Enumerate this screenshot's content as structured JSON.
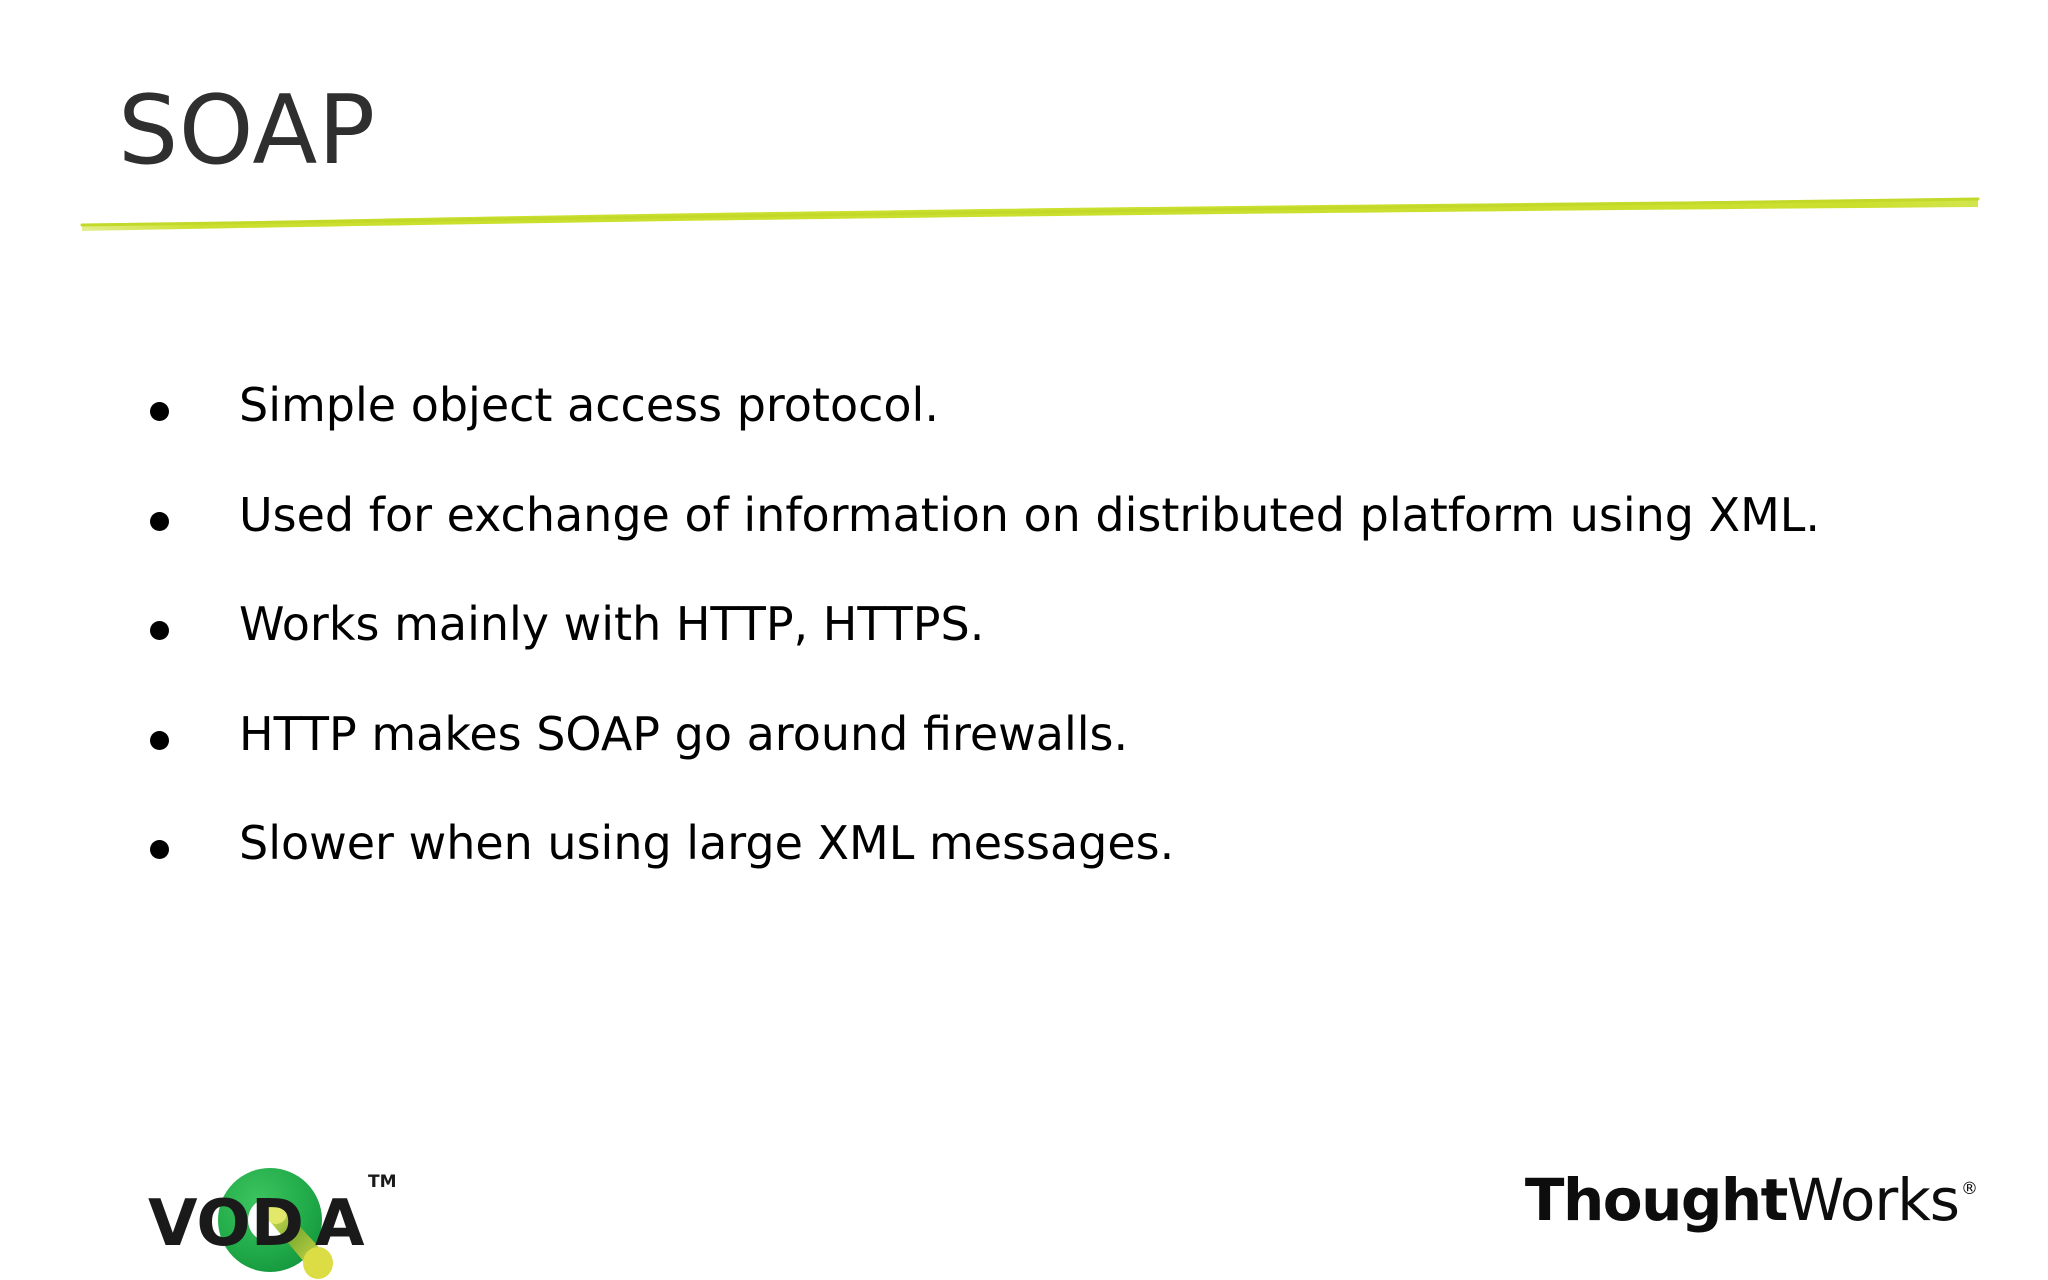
{
  "slide": {
    "title": "SOAP",
    "background_color": "#ffffff",
    "title_color": "#2f2f2f",
    "accent_rule_color": "#cbe02e",
    "body_text_color": "#000000"
  },
  "bullets": [
    {
      "marker": "bullet-dot",
      "text": "Simple object access protocol."
    },
    {
      "marker": "bullet-dot",
      "text": "Used for exchange of information on distributed platform using XML."
    },
    {
      "marker": "bullet-dot",
      "text": "Works mainly with HTTP, HTTPS."
    },
    {
      "marker": "bullet-dot",
      "text": "HTTP makes SOAP go around firewalls."
    },
    {
      "marker": "bullet-dot",
      "text": "Slower when using large XML messages."
    }
  ],
  "footer": {
    "vodqa_logo": {
      "wordmark_left": "VOD",
      "wordmark_right": "A",
      "q_letter": "Q",
      "trademark": "TM",
      "ring_color": "#22ab4b",
      "handle_color": "#d6d93a",
      "text_color": "#1a1a1a"
    },
    "thoughtworks_logo": {
      "bold_part": "Thought",
      "light_part": "Works",
      "registered_mark": "®",
      "color": "#0d0d0d"
    }
  }
}
